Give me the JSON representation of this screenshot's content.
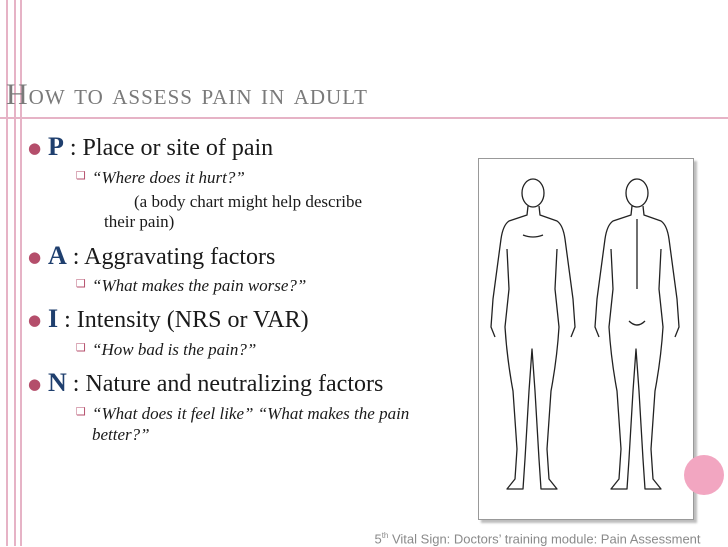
{
  "slide": {
    "title": "How to assess pain in adult",
    "items": [
      {
        "letter": "P",
        "text": " : Place or site of pain",
        "sub": [
          "“Where does it hurt?”"
        ],
        "note": [
          "(a body chart might help describe",
          "their pain)"
        ]
      },
      {
        "letter": "A",
        "text": " : Aggravating factors",
        "sub": [
          "“What makes the pain worse?”"
        ]
      },
      {
        "letter": "I",
        "text": " : Intensity (NRS or VAR)",
        "sub": [
          "“How bad is the pain?”"
        ]
      },
      {
        "letter": "N",
        "text": " : Nature and neutralizing factors",
        "sub": [
          "“What does it feel like” “What makes the pain better?”"
        ]
      }
    ],
    "footer": {
      "sup": "th",
      "pre": "5",
      "post": " Vital Sign: Doctors’ training module: Pain Assessment"
    }
  },
  "colors": {
    "accent": "#e6b3c6",
    "letter": "#1f3f6e",
    "bullet": "#b44e6b"
  }
}
